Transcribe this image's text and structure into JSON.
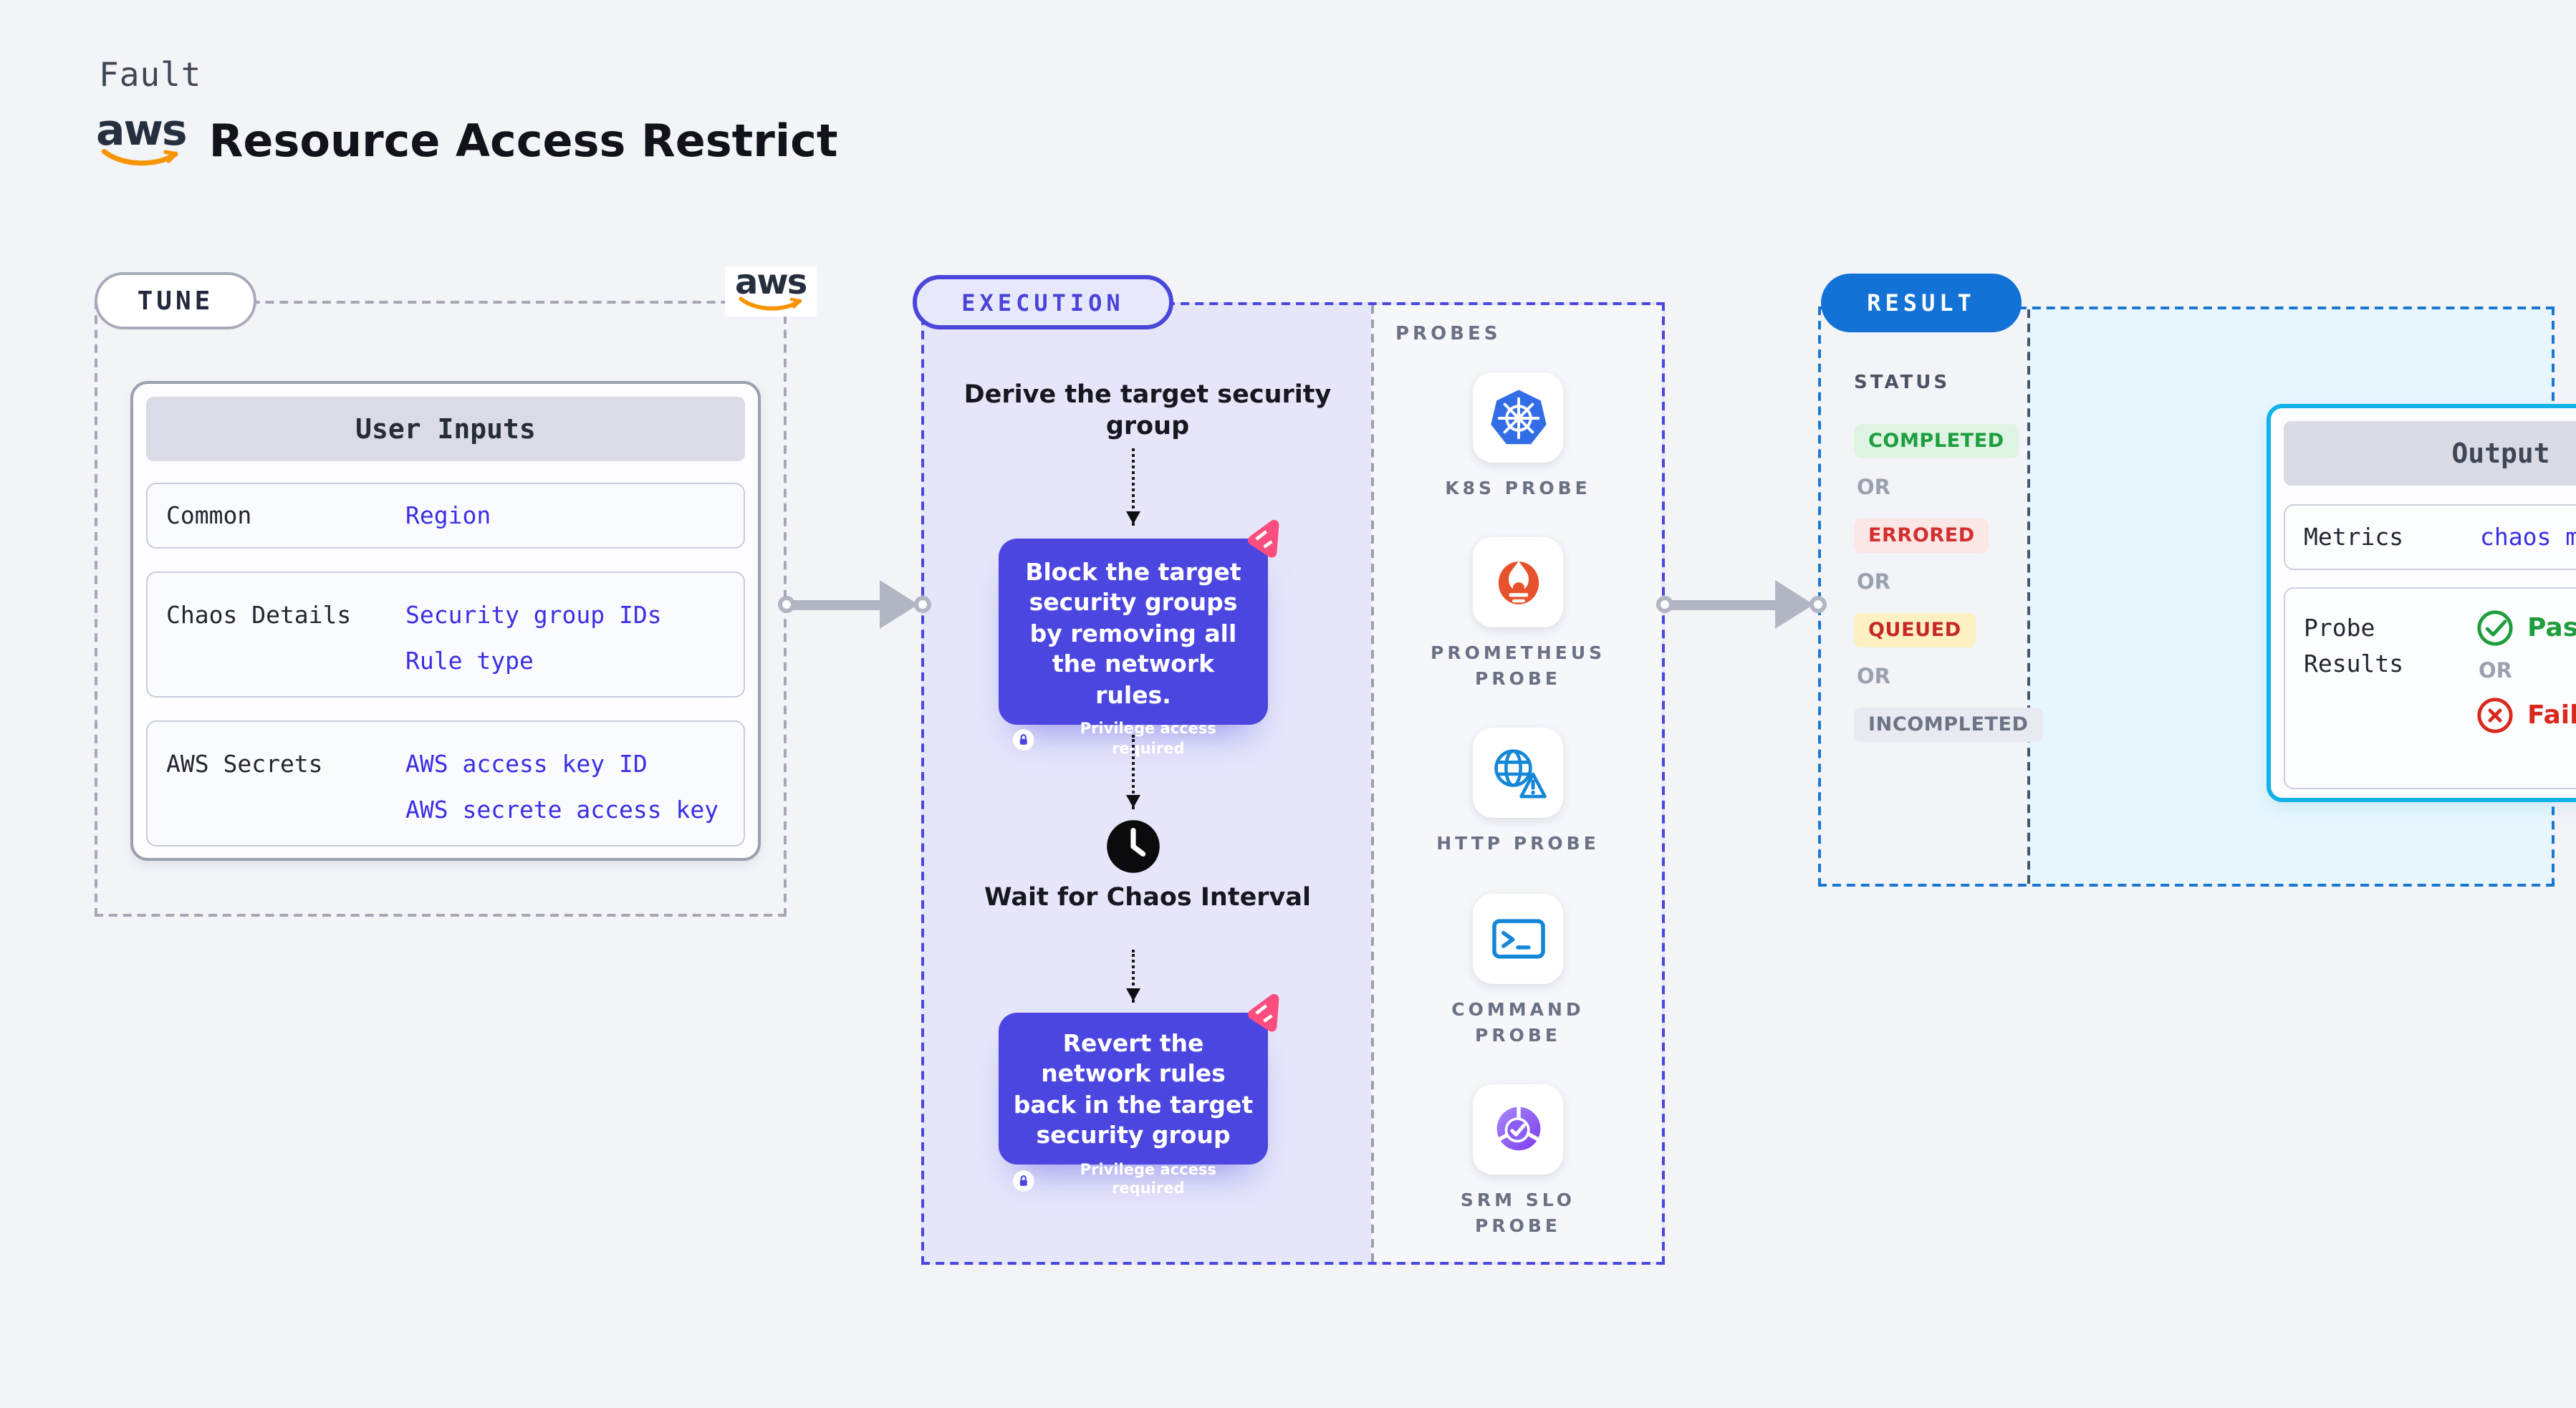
{
  "header": {
    "eyebrow": "Fault",
    "title": "Resource Access Restrict",
    "aws_logo_text": "aws"
  },
  "tune": {
    "badge": "TUNE",
    "table": {
      "title": "User Inputs",
      "rows": [
        {
          "label": "Common",
          "values": [
            "Region"
          ]
        },
        {
          "label": "Chaos Details",
          "values": [
            "Security group IDs",
            "Rule type"
          ]
        },
        {
          "label": "AWS Secrets",
          "values": [
            "AWS access key ID",
            "AWS secrete access key"
          ]
        }
      ]
    }
  },
  "execution": {
    "badge": "EXECUTION",
    "steps": {
      "derive": "Derive the target security group",
      "block": "Block the target security groups by removing all the network rules.",
      "wait": "Wait for Chaos Interval",
      "revert": "Revert the network rules back in the target security group",
      "privilege_note": "Privilege access required"
    }
  },
  "probes": {
    "title": "PROBES",
    "items": [
      {
        "icon": "k8s-icon",
        "label": "K8S PROBE"
      },
      {
        "icon": "prometheus-icon",
        "label": "PROMETHEUS PROBE"
      },
      {
        "icon": "http-icon",
        "label": "HTTP PROBE"
      },
      {
        "icon": "command-icon",
        "label": "COMMAND PROBE"
      },
      {
        "icon": "srm-slo-icon",
        "label": "SRM SLO PROBE"
      }
    ]
  },
  "result": {
    "badge": "RESULT",
    "status": {
      "title": "STATUS",
      "or_label": "OR",
      "badges": [
        {
          "label": "COMPLETED",
          "fg": "#1d9e3f",
          "bg": "#def3e2"
        },
        {
          "label": "ERRORED",
          "fg": "#d32f2f",
          "bg": "#fbe7e6"
        },
        {
          "label": "QUEUED",
          "fg": "#c62828",
          "bg": "#fdf0c2"
        },
        {
          "label": "INCOMPLETED",
          "fg": "#6d7486",
          "bg": "#e9eaf1"
        }
      ]
    },
    "output": {
      "title": "Output",
      "metrics_label": "Metrics",
      "metrics_value": "chaos metrics",
      "probe_results_label": "Probe Results",
      "passed": "Passed",
      "or_label": "OR",
      "failed": "Failed"
    }
  },
  "colors": {
    "page_bg": "#f3f4f8",
    "lavender_bg": "#e6e6fb",
    "accent_indigo": "#4c46e0",
    "dashed_indigo": "#4a47de",
    "dashed_gray": "#a3a8b4",
    "value_blue": "#3b2ee4",
    "pink_chaos": "#fb4d7e",
    "result_blue": "#1372d5",
    "result_dashed_blue": "#1877d1",
    "output_border_cyan": "#12b1e8",
    "cyan_bg": "#e7f6fd",
    "aws_orange": "#f79400",
    "passed_green": "#1f9d3c",
    "failed_red": "#d8291c",
    "k8s_blue": "#326de6",
    "prometheus_orange": "#e6522c",
    "http_blue": "#1486d8",
    "srm_purple": "#7c3aed"
  }
}
